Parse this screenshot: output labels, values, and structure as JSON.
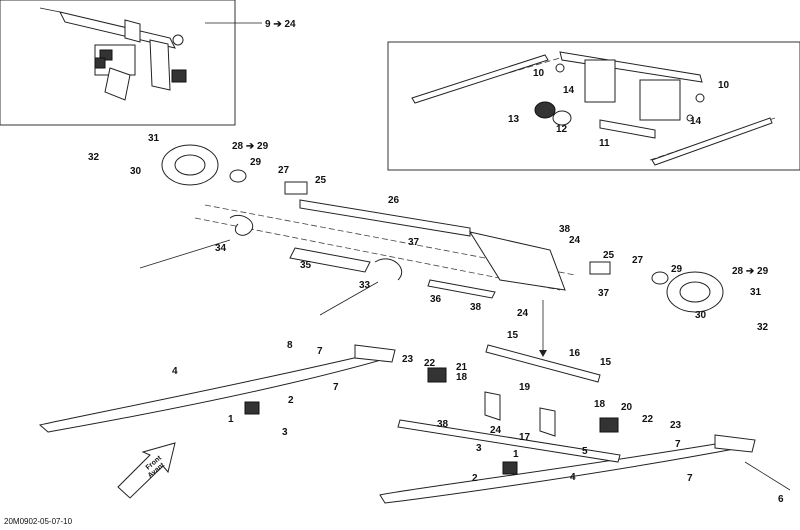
{
  "diagram": {
    "part_number": "20M0902-05-07-10",
    "front_badge": {
      "line1": "Front",
      "line2": "Avant"
    },
    "inset_top_left": {
      "ref": "9 ➔ 24"
    },
    "callouts": [
      {
        "id": "c1",
        "text": "10"
      },
      {
        "id": "c2",
        "text": "10"
      },
      {
        "id": "c3",
        "text": "14"
      },
      {
        "id": "c4",
        "text": "14"
      },
      {
        "id": "c5",
        "text": "13"
      },
      {
        "id": "c6",
        "text": "12"
      },
      {
        "id": "c7",
        "text": "11"
      },
      {
        "id": "c8",
        "text": "31"
      },
      {
        "id": "c9",
        "text": "32"
      },
      {
        "id": "c10",
        "text": "30"
      },
      {
        "id": "c11",
        "text": "28 ➔ 29"
      },
      {
        "id": "c12",
        "text": "29"
      },
      {
        "id": "c13",
        "text": "27"
      },
      {
        "id": "c14",
        "text": "25"
      },
      {
        "id": "c15",
        "text": "26"
      },
      {
        "id": "c16",
        "text": "38"
      },
      {
        "id": "c17",
        "text": "37"
      },
      {
        "id": "c18",
        "text": "24"
      },
      {
        "id": "c19",
        "text": "34"
      },
      {
        "id": "c20",
        "text": "35"
      },
      {
        "id": "c21",
        "text": "33"
      },
      {
        "id": "c22",
        "text": "36"
      },
      {
        "id": "c23",
        "text": "25"
      },
      {
        "id": "c24",
        "text": "27"
      },
      {
        "id": "c25",
        "text": "29"
      },
      {
        "id": "c26",
        "text": "28 ➔ 29"
      },
      {
        "id": "c27",
        "text": "37"
      },
      {
        "id": "c28",
        "text": "38"
      },
      {
        "id": "c29",
        "text": "24"
      },
      {
        "id": "c30",
        "text": "31"
      },
      {
        "id": "c31",
        "text": "30"
      },
      {
        "id": "c32",
        "text": "32"
      },
      {
        "id": "c33",
        "text": "15"
      },
      {
        "id": "c34",
        "text": "16"
      },
      {
        "id": "c35",
        "text": "15"
      },
      {
        "id": "c36",
        "text": "8"
      },
      {
        "id": "c37",
        "text": "7"
      },
      {
        "id": "c38",
        "text": "4"
      },
      {
        "id": "c39",
        "text": "7"
      },
      {
        "id": "c40",
        "text": "23"
      },
      {
        "id": "c41",
        "text": "22"
      },
      {
        "id": "c42",
        "text": "21"
      },
      {
        "id": "c43",
        "text": "18"
      },
      {
        "id": "c44",
        "text": "19"
      },
      {
        "id": "c45",
        "text": "18"
      },
      {
        "id": "c46",
        "text": "20"
      },
      {
        "id": "c47",
        "text": "22"
      },
      {
        "id": "c48",
        "text": "23"
      },
      {
        "id": "c49",
        "text": "2"
      },
      {
        "id": "c50",
        "text": "1"
      },
      {
        "id": "c51",
        "text": "3"
      },
      {
        "id": "c52",
        "text": "38"
      },
      {
        "id": "c53",
        "text": "24"
      },
      {
        "id": "c54",
        "text": "17"
      },
      {
        "id": "c55",
        "text": "5"
      },
      {
        "id": "c56",
        "text": "7"
      },
      {
        "id": "c57",
        "text": "3"
      },
      {
        "id": "c58",
        "text": "1"
      },
      {
        "id": "c59",
        "text": "2"
      },
      {
        "id": "c60",
        "text": "4"
      },
      {
        "id": "c61",
        "text": "7"
      },
      {
        "id": "c62",
        "text": "6"
      }
    ]
  }
}
